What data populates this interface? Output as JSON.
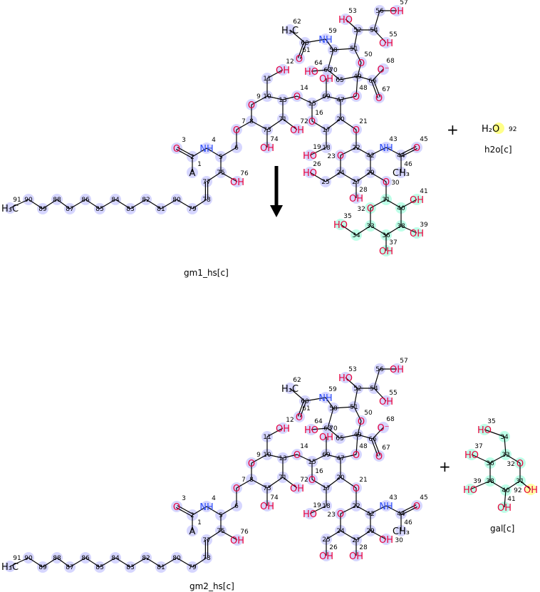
{
  "colors": {
    "atom_highlight": "#c8c8ff",
    "gal_highlight": "#a8ffe0",
    "water_highlight": "#ffff88",
    "oxygen": "#e8003c",
    "nitrogen": "#3050f8",
    "bond": "#000000"
  },
  "reaction": {
    "plus_1": "+",
    "plus_2": "+",
    "arrow": "reaction-arrow"
  },
  "gm1": {
    "name": "gm1_hs[c]",
    "atoms": [
      [
        "91",
        "H₃C"
      ],
      [
        "90",
        ""
      ],
      [
        "89",
        ""
      ],
      [
        "88",
        ""
      ],
      [
        "87",
        ""
      ],
      [
        "86",
        ""
      ],
      [
        "85",
        ""
      ],
      [
        "84",
        ""
      ],
      [
        "83",
        ""
      ],
      [
        "82",
        ""
      ],
      [
        "81",
        ""
      ],
      [
        "80",
        ""
      ],
      [
        "79",
        ""
      ],
      [
        "78",
        ""
      ],
      [
        "77",
        ""
      ],
      [
        "75",
        ""
      ],
      [
        "76",
        "OH"
      ],
      [
        "5",
        ""
      ],
      [
        "4",
        "NH"
      ],
      [
        "2",
        ""
      ],
      [
        "3",
        "O"
      ],
      [
        "1",
        "A"
      ],
      [
        "6",
        ""
      ],
      [
        "7",
        "O"
      ],
      [
        "8",
        ""
      ],
      [
        "9",
        "O"
      ],
      [
        "10",
        ""
      ],
      [
        "11",
        ""
      ],
      [
        "12",
        "OH"
      ],
      [
        "13",
        ""
      ],
      [
        "71",
        ""
      ],
      [
        "72",
        "OH"
      ],
      [
        "73",
        ""
      ],
      [
        "74",
        "OH"
      ],
      [
        "14",
        "O"
      ],
      [
        "15",
        ""
      ],
      [
        "16",
        "O"
      ],
      [
        "17",
        ""
      ],
      [
        "20",
        ""
      ],
      [
        "47",
        ""
      ],
      [
        "69",
        ""
      ],
      [
        "70",
        "OH"
      ],
      [
        "48",
        "O"
      ],
      [
        "49",
        ""
      ],
      [
        "50",
        "O"
      ],
      [
        "51",
        ""
      ],
      [
        "58",
        ""
      ],
      [
        "63",
        ""
      ],
      [
        "64",
        "HO"
      ],
      [
        "65",
        ""
      ],
      [
        "66",
        ""
      ],
      [
        "68",
        "O⁻"
      ],
      [
        "67",
        "O"
      ],
      [
        "59",
        "NH"
      ],
      [
        "60",
        ""
      ],
      [
        "61",
        "O"
      ],
      [
        "62",
        "H₃C"
      ],
      [
        "52",
        ""
      ],
      [
        "53",
        "HO"
      ],
      [
        "54",
        ""
      ],
      [
        "55",
        "OH"
      ],
      [
        "56",
        ""
      ],
      [
        "57",
        "OH"
      ],
      [
        "21",
        "O"
      ],
      [
        "18",
        ""
      ],
      [
        "19",
        "HO"
      ],
      [
        "22",
        ""
      ],
      [
        "23",
        "O"
      ],
      [
        "42",
        ""
      ],
      [
        "43",
        "NH"
      ],
      [
        "44",
        ""
      ],
      [
        "45",
        "O"
      ],
      [
        "46",
        "CH₃"
      ],
      [
        "29",
        ""
      ],
      [
        "27",
        ""
      ],
      [
        "24",
        ""
      ],
      [
        "25",
        ""
      ],
      [
        "26",
        "HO"
      ],
      [
        "28",
        "OH"
      ],
      [
        "30",
        "O"
      ],
      [
        "31",
        "",
        "gal"
      ],
      [
        "32",
        "O",
        "gal"
      ],
      [
        "33",
        "",
        "gal"
      ],
      [
        "36",
        "",
        "gal"
      ],
      [
        "38",
        "",
        "gal"
      ],
      [
        "40",
        "",
        "gal"
      ],
      [
        "41",
        "OH",
        "gal"
      ],
      [
        "39",
        "OH",
        "gal"
      ],
      [
        "37",
        "OH",
        "gal"
      ],
      [
        "34",
        "",
        "gal"
      ],
      [
        "35",
        "HO",
        "gal"
      ]
    ]
  },
  "h2o": {
    "name": "h2o[c]",
    "formula": "H₂O",
    "atom_number": "92"
  },
  "gm2": {
    "name": "gm2_hs[c]",
    "atoms": [
      [
        "91",
        "H₃C"
      ],
      [
        "90",
        ""
      ],
      [
        "89",
        ""
      ],
      [
        "88",
        ""
      ],
      [
        "87",
        ""
      ],
      [
        "86",
        ""
      ],
      [
        "85",
        ""
      ],
      [
        "84",
        ""
      ],
      [
        "83",
        ""
      ],
      [
        "82",
        ""
      ],
      [
        "81",
        ""
      ],
      [
        "80",
        ""
      ],
      [
        "79",
        ""
      ],
      [
        "78",
        ""
      ],
      [
        "77",
        ""
      ],
      [
        "75",
        ""
      ],
      [
        "76",
        "OH"
      ],
      [
        "5",
        ""
      ],
      [
        "4",
        "NH"
      ],
      [
        "2",
        ""
      ],
      [
        "3",
        "O"
      ],
      [
        "1",
        "A"
      ],
      [
        "6",
        ""
      ],
      [
        "7",
        "O"
      ],
      [
        "8",
        ""
      ],
      [
        "9",
        "O"
      ],
      [
        "10",
        ""
      ],
      [
        "11",
        ""
      ],
      [
        "12",
        "OH"
      ],
      [
        "13",
        ""
      ],
      [
        "71",
        ""
      ],
      [
        "72",
        "OH"
      ],
      [
        "73",
        ""
      ],
      [
        "74",
        "OH"
      ],
      [
        "14",
        "O"
      ],
      [
        "15",
        ""
      ],
      [
        "16",
        "O"
      ],
      [
        "17",
        ""
      ],
      [
        "20",
        ""
      ],
      [
        "47",
        ""
      ],
      [
        "69",
        ""
      ],
      [
        "70",
        "OH"
      ],
      [
        "48",
        "O"
      ],
      [
        "49",
        ""
      ],
      [
        "50",
        "O"
      ],
      [
        "51",
        ""
      ],
      [
        "58",
        ""
      ],
      [
        "63",
        ""
      ],
      [
        "64",
        "HO"
      ],
      [
        "65",
        ""
      ],
      [
        "66",
        ""
      ],
      [
        "68",
        "O⁻"
      ],
      [
        "67",
        "O"
      ],
      [
        "59",
        "NH"
      ],
      [
        "60",
        ""
      ],
      [
        "61",
        "O"
      ],
      [
        "62",
        "H₃C"
      ],
      [
        "52",
        ""
      ],
      [
        "53",
        "HO"
      ],
      [
        "54",
        ""
      ],
      [
        "55",
        "OH"
      ],
      [
        "56",
        ""
      ],
      [
        "57",
        "OH"
      ],
      [
        "21",
        "O"
      ],
      [
        "18",
        ""
      ],
      [
        "19",
        "HO"
      ],
      [
        "22",
        ""
      ],
      [
        "23",
        "O"
      ],
      [
        "42",
        ""
      ],
      [
        "43",
        "NH"
      ],
      [
        "44",
        ""
      ],
      [
        "45",
        "O"
      ],
      [
        "46",
        "CH₃"
      ],
      [
        "29",
        ""
      ],
      [
        "27",
        ""
      ],
      [
        "24",
        ""
      ],
      [
        "25",
        ""
      ],
      [
        "26",
        "OH"
      ],
      [
        "28",
        "OH"
      ],
      [
        "30",
        "OH"
      ]
    ]
  },
  "gal": {
    "name": "gal[c]",
    "atoms": [
      [
        "35",
        "HO",
        "gal"
      ],
      [
        "34",
        "",
        "gal"
      ],
      [
        "33",
        "",
        "gal"
      ],
      [
        "32",
        "O",
        "gal"
      ],
      [
        "31",
        "",
        "gal"
      ],
      [
        "92",
        "OH",
        "water"
      ],
      [
        "40",
        "",
        "gal"
      ],
      [
        "41",
        "OH",
        "gal"
      ],
      [
        "38",
        "",
        "gal"
      ],
      [
        "39",
        "HO",
        "gal"
      ],
      [
        "36",
        "",
        "gal"
      ],
      [
        "37",
        "HO",
        "gal"
      ]
    ]
  }
}
